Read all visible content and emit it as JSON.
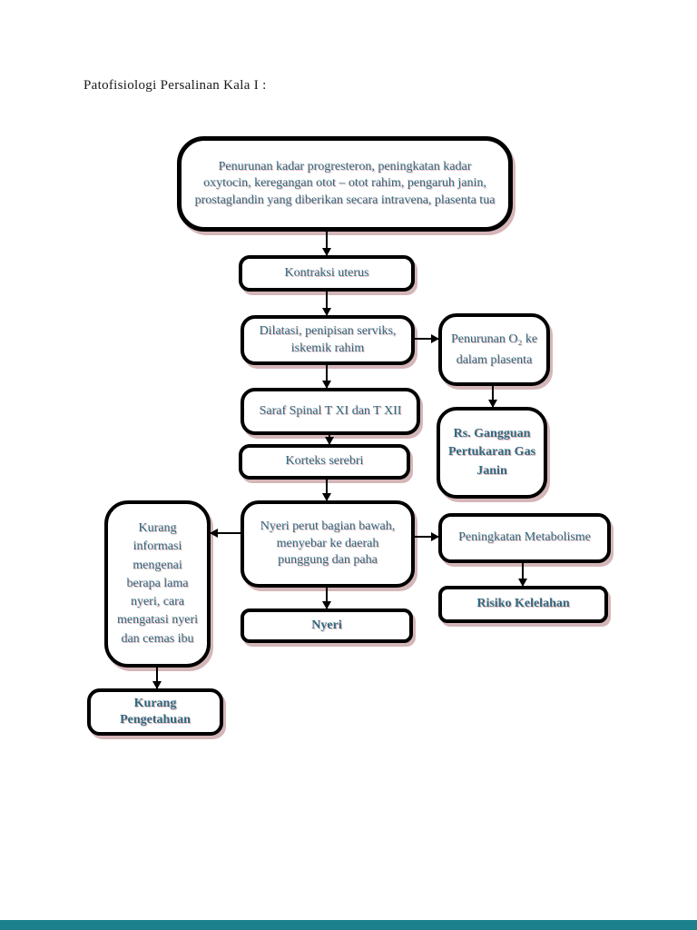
{
  "page": {
    "title": "Patofisiologi Persalinan Kala I :"
  },
  "colors": {
    "node_text": "#2f6b80",
    "text_shadow": "#e4b9bd",
    "box_border": "#000000",
    "box_shadow": "#d4b6b8",
    "bottom_bar": "#1d808d"
  },
  "chart_data": {
    "type": "flowchart",
    "title": "Patofisiologi Persalinan Kala I :",
    "nodes": [
      {
        "id": "causes",
        "text": "Penurunan kadar progresteron, peningkatan kadar oxytocin, keregangan otot – otot rahim, pengaruh janin, prostaglandin yang diberikan secara intravena, plasenta tua"
      },
      {
        "id": "kontraksi",
        "text": "Kontraksi uterus"
      },
      {
        "id": "dilatasi",
        "text": "Dilatasi, penipisan serviks, iskemik rahim"
      },
      {
        "id": "penurunan_o2",
        "text": "Penurunan O₂ ke dalam plasenta"
      },
      {
        "id": "saraf",
        "text": "Saraf Spinal T XI dan T XII"
      },
      {
        "id": "korteks",
        "text": "Korteks serebri"
      },
      {
        "id": "gangguan",
        "text": "Rs. Gangguan Pertukaran Gas Janin"
      },
      {
        "id": "nyeri_perut",
        "text": "Nyeri perut bagian bawah, menyebar ke daerah punggung dan paha"
      },
      {
        "id": "kurang_info",
        "text": "Kurang informasi mengenai berapa lama nyeri, cara mengatasi nyeri dan cemas ibu"
      },
      {
        "id": "metabolisme",
        "text": "Peningkatan Metabolisme"
      },
      {
        "id": "risiko",
        "text": "Risiko Kelelahan"
      },
      {
        "id": "nyeri",
        "text": "Nyeri"
      },
      {
        "id": "kurang_pengetahuan",
        "text": "Kurang Pengetahuan"
      }
    ],
    "edges": [
      [
        "causes",
        "kontraksi"
      ],
      [
        "kontraksi",
        "dilatasi"
      ],
      [
        "dilatasi",
        "penurunan_o2"
      ],
      [
        "penurunan_o2",
        "gangguan"
      ],
      [
        "dilatasi",
        "saraf"
      ],
      [
        "saraf",
        "korteks"
      ],
      [
        "korteks",
        "nyeri_perut"
      ],
      [
        "nyeri_perut",
        "kurang_info"
      ],
      [
        "nyeri_perut",
        "metabolisme"
      ],
      [
        "metabolisme",
        "risiko"
      ],
      [
        "nyeri_perut",
        "nyeri"
      ],
      [
        "kurang_info",
        "kurang_pengetahuan"
      ]
    ]
  },
  "nodes": {
    "causes": {
      "text": "Penurunan kadar progresteron, peningkatan kadar oxytocin, keregangan otot – otot rahim, pengaruh janin, prostaglandin yang diberikan secara intravena, plasenta tua"
    },
    "kontraksi": {
      "text": "Kontraksi uterus"
    },
    "dilatasi": {
      "text": "Dilatasi, penipisan serviks, iskemik rahim"
    },
    "penurunan_o2": {
      "text": "Penurunan O₂ ke dalam plasenta"
    },
    "saraf": {
      "text": "Saraf Spinal T XI dan T XII"
    },
    "korteks": {
      "text": "Korteks serebri"
    },
    "gangguan": {
      "text": "Rs. Gangguan Pertukaran Gas Janin"
    },
    "nyeri_perut": {
      "text": "Nyeri perut bagian bawah, menyebar ke daerah punggung dan paha"
    },
    "kurang_info": {
      "text": "Kurang informasi mengenai berapa lama nyeri, cara mengatasi nyeri dan cemas ibu"
    },
    "metabolisme": {
      "text": "Peningkatan Metabolisme"
    },
    "risiko": {
      "text": "Risiko Kelelahan"
    },
    "nyeri": {
      "text": "Nyeri"
    },
    "kurang_pengetahuan": {
      "text": "Kurang Pengetahuan"
    }
  }
}
